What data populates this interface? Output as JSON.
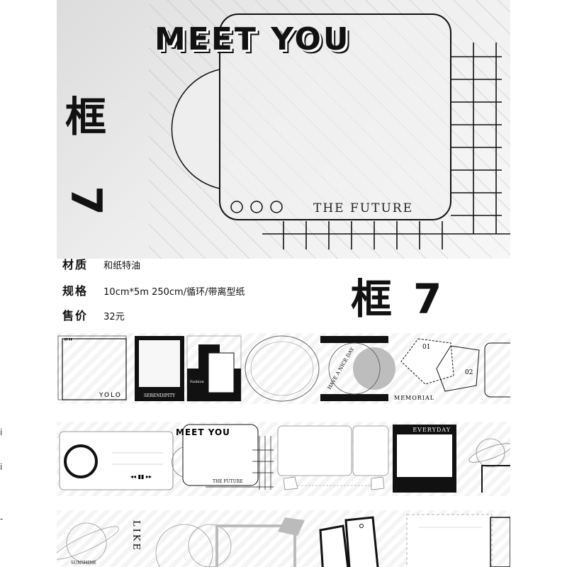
{
  "hero": {
    "headline": "MEET YOU",
    "tagline": "THE FUTURE",
    "side_char": "框",
    "side_number": "7"
  },
  "specs": [
    {
      "label": "材质",
      "value": "和纸特油"
    },
    {
      "label": "规格",
      "value": "10cm*5m 250cm/循环/带离型纸"
    },
    {
      "label": "售价",
      "value": "32元"
    }
  ],
  "product_title": {
    "char": "框",
    "number": "7"
  },
  "strip1": {
    "yolo": "YOLO",
    "quote_mark": "\"\"",
    "serendipity": "SERENDIPITY",
    "fashion": "Fashion",
    "nice_day": "HAVE A NICE DAY",
    "memorial": "MEMORIAL",
    "num1": "01",
    "num2": "02"
  },
  "strip2": {
    "meet": "MEET YOU",
    "future": "THE FUTURE",
    "everyday": "EVERYDAY"
  },
  "strip3": {
    "like": "LIKE",
    "sunshine": "SUNSHINE"
  }
}
